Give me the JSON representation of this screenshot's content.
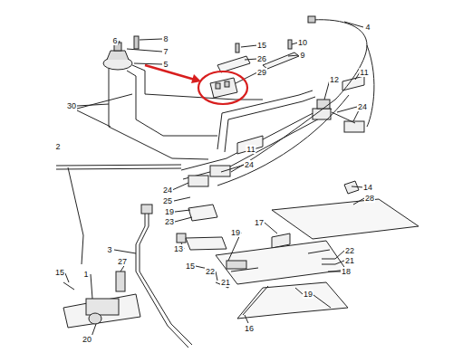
{
  "diagram": {
    "labels": [
      "6",
      "8",
      "7",
      "5",
      "15",
      "26",
      "29",
      "10",
      "9",
      "4",
      "12",
      "11",
      "30",
      "24",
      "2",
      "11",
      "24",
      "24",
      "25",
      "19",
      "23",
      "14",
      "28",
      "17",
      "19",
      "3",
      "13",
      "22",
      "21",
      "18",
      "15",
      "22",
      "21",
      "15",
      "27",
      "1",
      "19",
      "20",
      "16"
    ]
  }
}
